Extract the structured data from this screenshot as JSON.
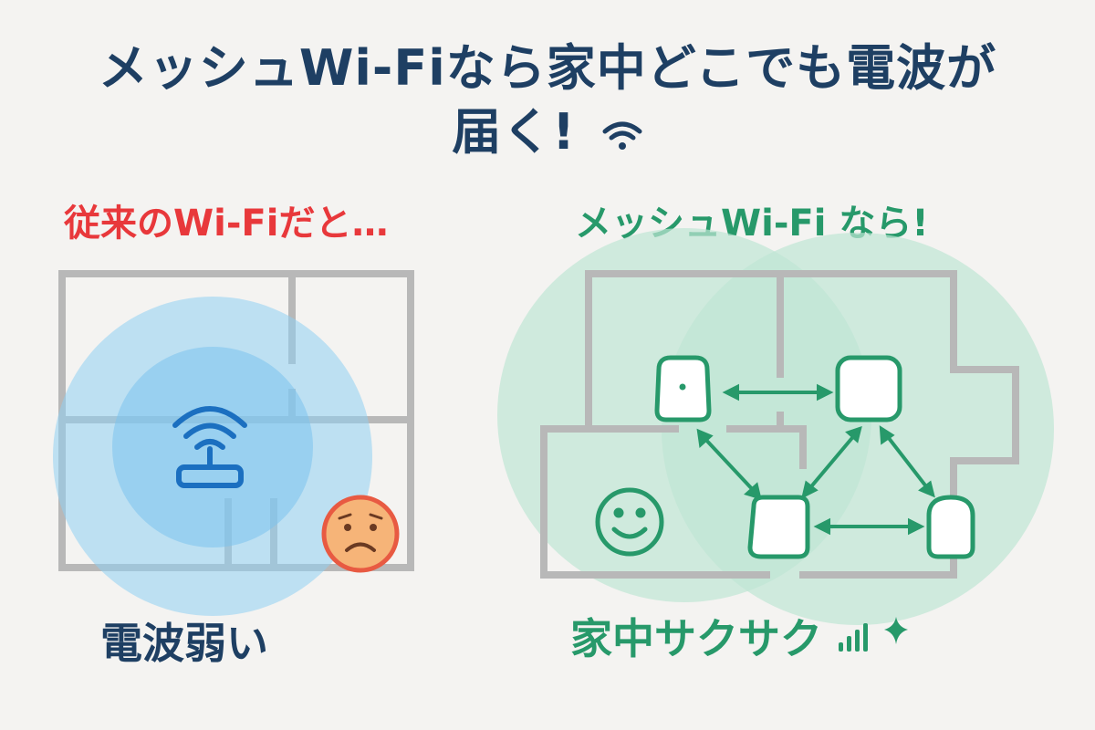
{
  "header": {
    "title_line1": "メッシュWi-Fiなら家中どこでも電波が",
    "title_line2": "届く!"
  },
  "left_panel": {
    "heading": "従来のWi-Fiだと…",
    "caption": "電波弱い",
    "icons": [
      "router-icon",
      "sad-face-icon"
    ]
  },
  "right_panel": {
    "heading": "メッシュWi-Fi なら!",
    "caption": "家中サクサク",
    "icons": [
      "mesh-node-icon",
      "smile-face-icon",
      "signal-bars-icon",
      "sparkle-icon"
    ]
  },
  "colors": {
    "title": "#1e3f63",
    "left_heading": "#e8383b",
    "right_heading": "#27996a",
    "signal_blue": "#1b6fc0",
    "mesh_green": "#27996a",
    "wall_gray": "#b8b8b8"
  }
}
